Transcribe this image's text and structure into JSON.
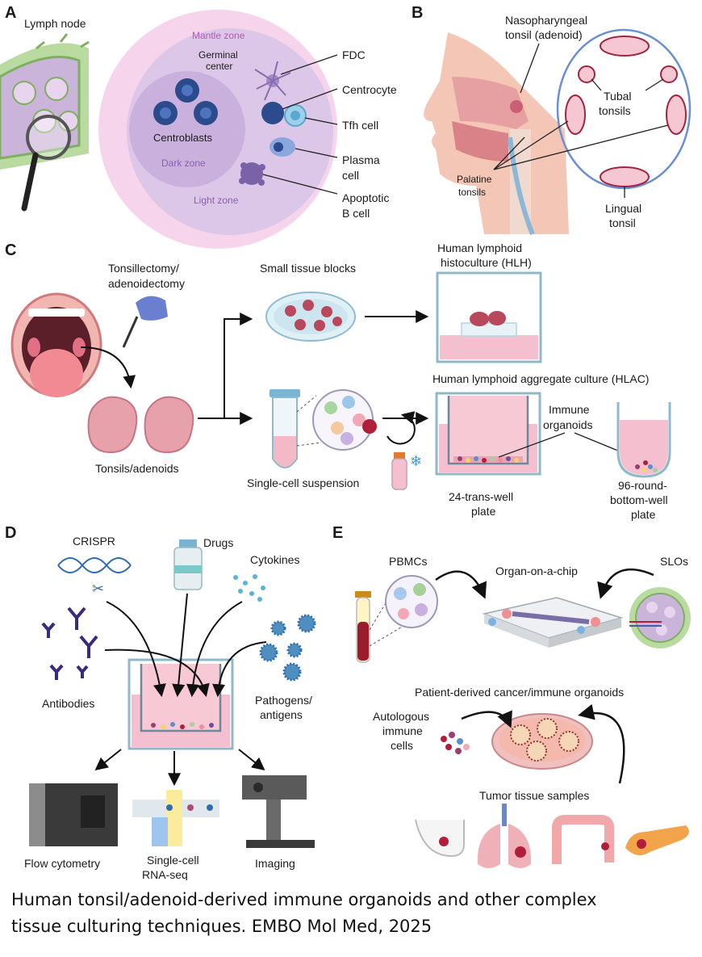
{
  "panels": {
    "a": "A",
    "b": "B",
    "c": "C",
    "d": "D",
    "e": "E"
  },
  "panel_a": {
    "lymph_node": "Lymph node",
    "mantle_zone": "Mantle zone",
    "germinal_center": [
      "Germinal",
      "center"
    ],
    "centroblasts": "Centroblasts",
    "dark_zone": "Dark zone",
    "light_zone": "Light zone",
    "fdc": "FDC",
    "centrocyte": "Centrocyte",
    "tfh_cell": "Tfh cell",
    "plasma_cell": [
      "Plasma",
      "cell"
    ],
    "apoptotic_b_cell": [
      "Apoptotic",
      "B cell"
    ]
  },
  "panel_b": {
    "nasopharyngeal": [
      "Nasopharyngeal",
      "tonsil (adenoid)"
    ],
    "tubal": [
      "Tubal",
      "tonsils"
    ],
    "palatine": [
      "Palatine",
      "tonsils"
    ],
    "lingual": [
      "Lingual",
      "tonsil"
    ]
  },
  "panel_c": {
    "tonsillectomy": [
      "Tonsillectomy/",
      "adenoidectomy"
    ],
    "tonsils_adenoids": "Tonsils/adenoids",
    "small_tissue_blocks": "Small tissue blocks",
    "hlh": [
      "Human lymphoid",
      "histoculture (HLH)"
    ],
    "hlac": "Human lymphoid aggregate culture (HLAC)",
    "single_cell_suspension": "Single-cell suspension",
    "immune_organoids": [
      "Immune",
      "organoids"
    ],
    "trans_well": [
      "24-trans-well",
      "plate"
    ],
    "round_bottom": [
      "96-round-",
      "bottom-well",
      "plate"
    ]
  },
  "panel_d": {
    "crispr": "CRISPR",
    "drugs": "Drugs",
    "cytokines": "Cytokines",
    "antibodies": "Antibodies",
    "pathogens": [
      "Pathogens/",
      "antigens"
    ],
    "flow": "Flow cytometry",
    "scrna": [
      "Single-cell",
      "RNA-seq"
    ],
    "imaging": "Imaging"
  },
  "panel_e": {
    "pbmcs": "PBMCs",
    "organ_chip": "Organ-on-a-chip",
    "slos": "SLOs",
    "patient_derived": "Patient-derived cancer/immune organoids",
    "autologous": [
      "Autologous",
      "immune",
      "cells"
    ],
    "tumor_samples": "Tumor tissue samples"
  },
  "caption": {
    "line1": "Human tonsil/adenoid-derived immune organoids and other complex",
    "line2": "tissue culturing techniques. EMBO Mol Med, 2025"
  },
  "colors": {
    "pink": "#f2c4cf",
    "purple": "#d9b8e6",
    "navy": "#2b4b8c",
    "blue": "#4f8fc0",
    "organ": "#e89aa8"
  }
}
